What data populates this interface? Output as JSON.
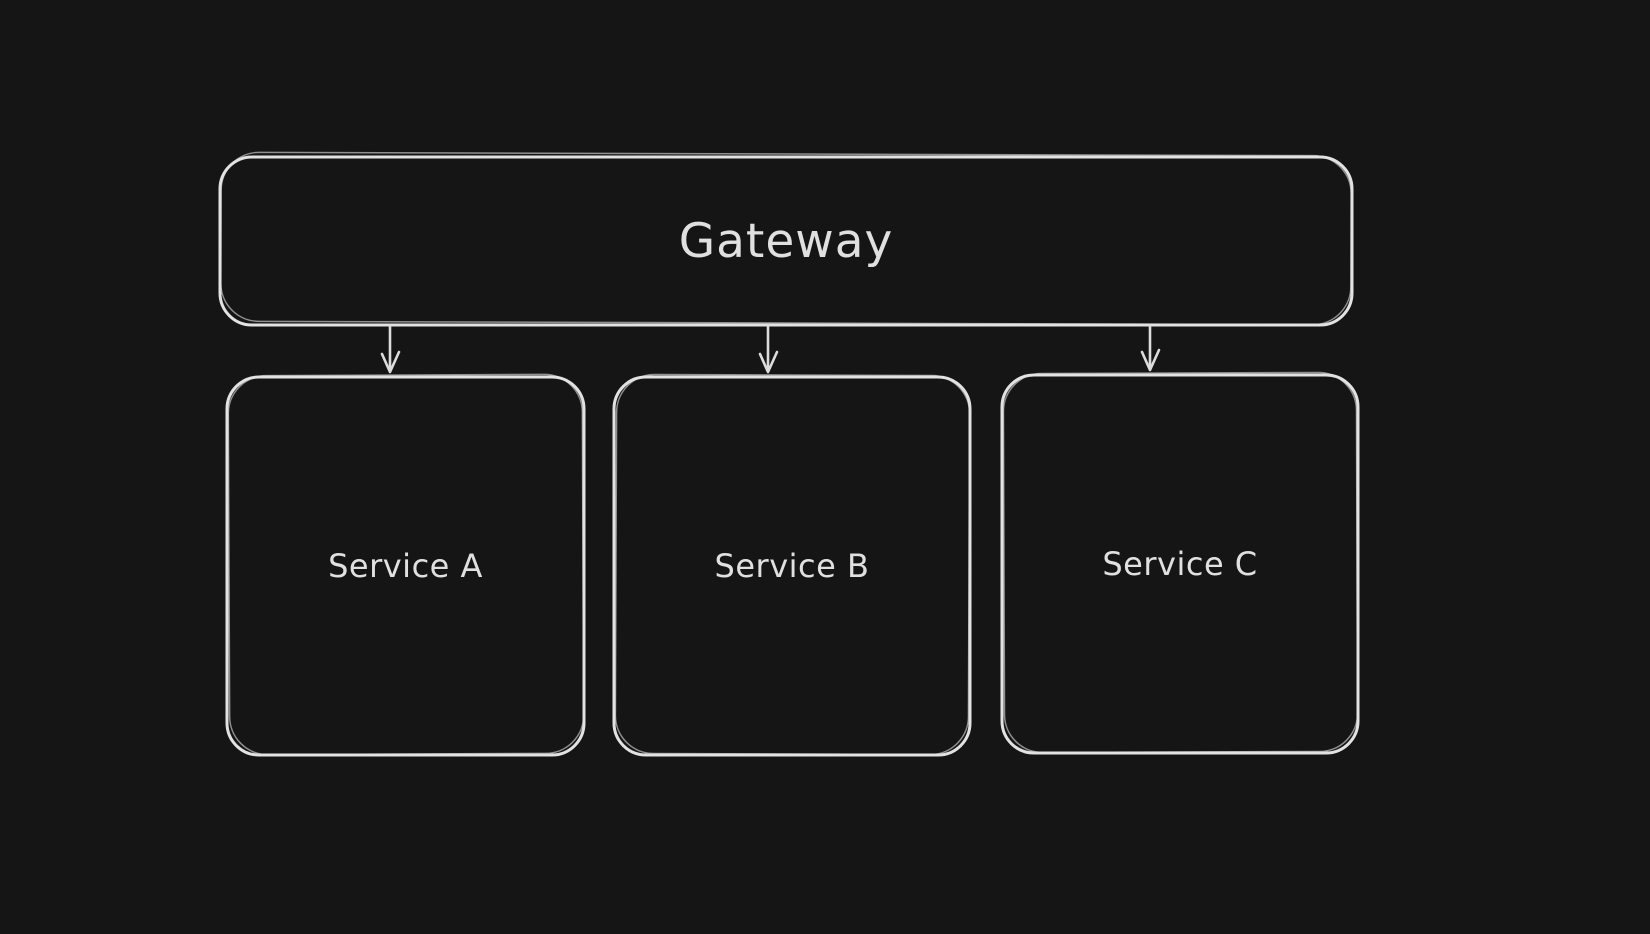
{
  "diagram": {
    "colors": {
      "background": "#151515",
      "shape_stroke": "#e2e2e2",
      "text": "#e0e0e0"
    },
    "nodes": [
      {
        "id": "gateway",
        "label": "Gateway"
      },
      {
        "id": "service-a",
        "label": "Service A"
      },
      {
        "id": "service-b",
        "label": "Service B"
      },
      {
        "id": "service-c",
        "label": "Service C"
      }
    ],
    "edges": [
      {
        "from": "gateway",
        "to": "service-a"
      },
      {
        "from": "gateway",
        "to": "service-b"
      },
      {
        "from": "gateway",
        "to": "service-c"
      }
    ]
  }
}
